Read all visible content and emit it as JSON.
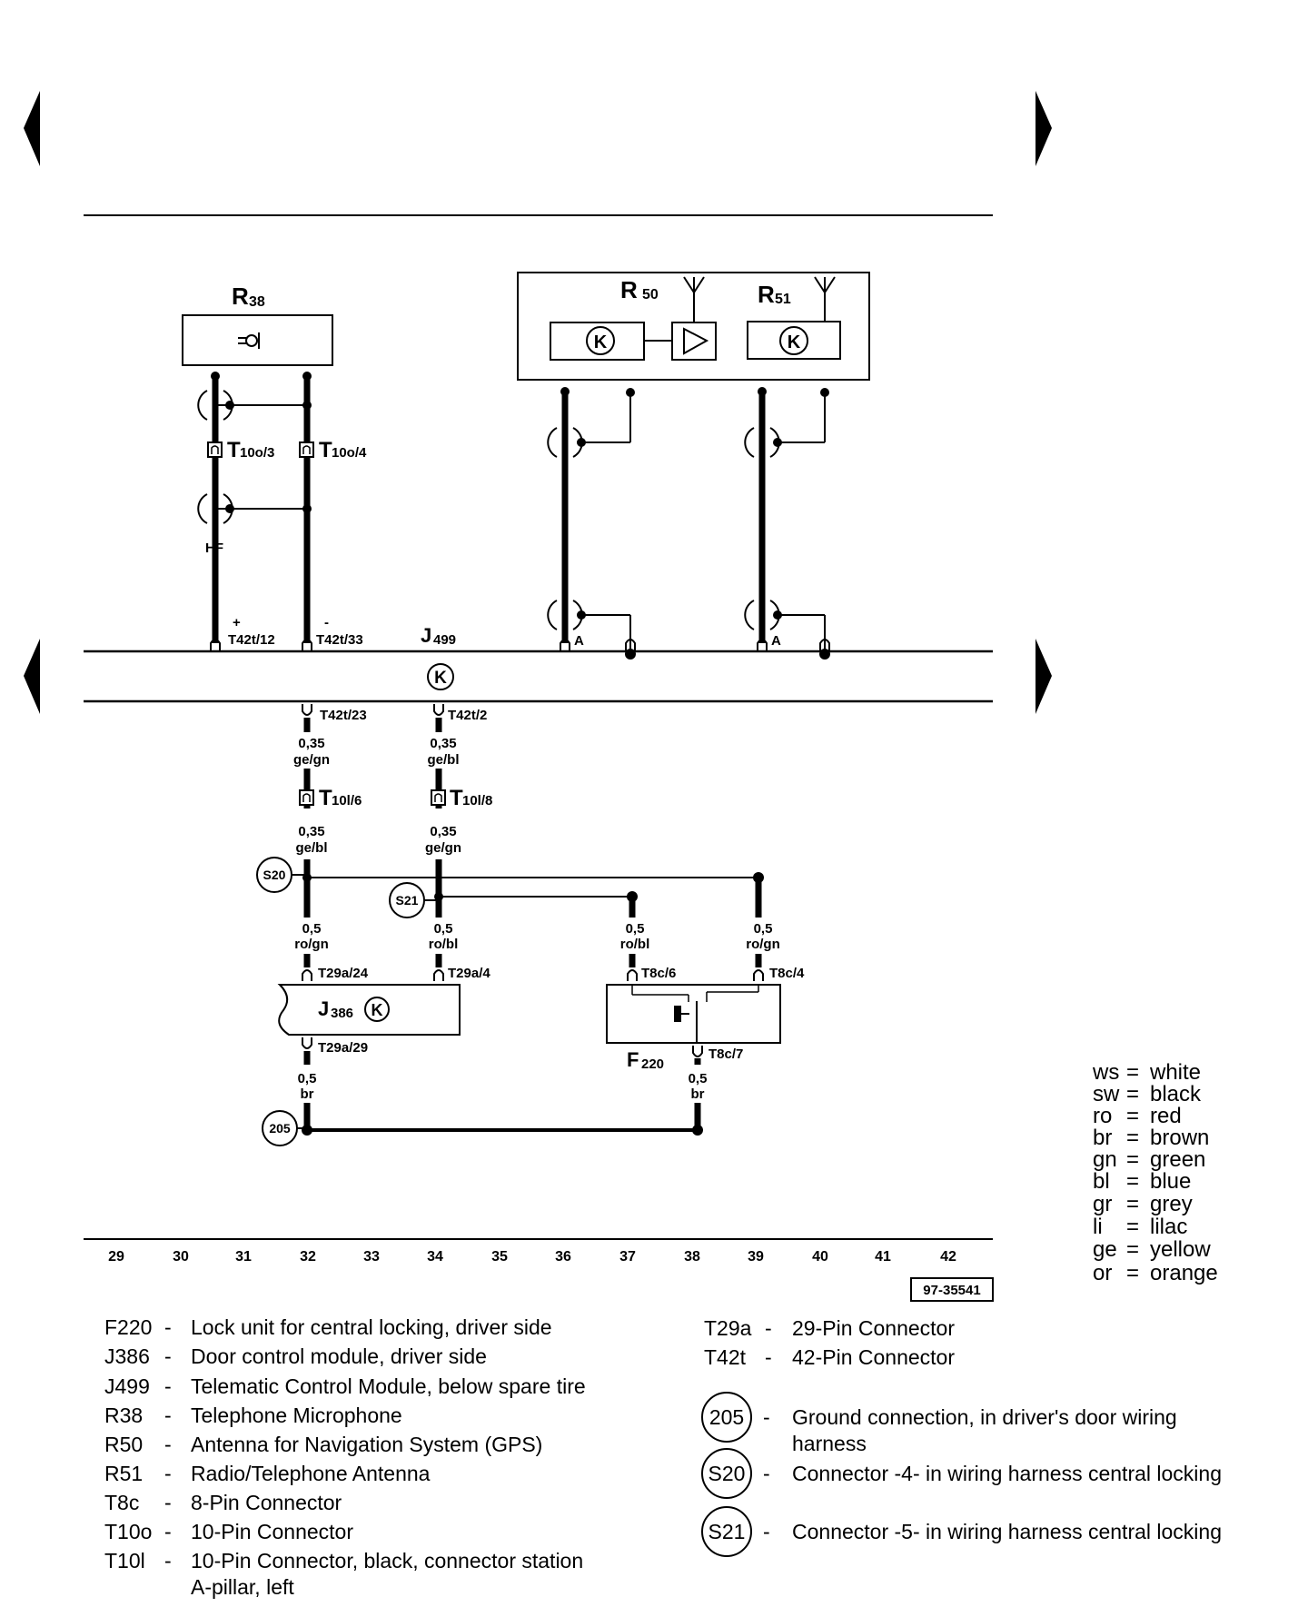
{
  "components": {
    "R38": {
      "letter": "R",
      "sub": "38"
    },
    "R50": {
      "letter": "R",
      "sub": "50"
    },
    "R51": {
      "letter": "R",
      "sub": "51"
    },
    "J499": {
      "letter": "J",
      "sub": "499"
    },
    "J386": {
      "letter": "J",
      "sub": "386"
    },
    "F220": {
      "letter": "F",
      "sub": "220"
    }
  },
  "connectors": {
    "T10o3": {
      "T": "T",
      "sub": "10o/3"
    },
    "T10o4": {
      "T": "T",
      "sub": "10o/4"
    },
    "T10l6": {
      "T": "T",
      "sub": "10l/6"
    },
    "T10l8": {
      "T": "T",
      "sub": "10l/8"
    }
  },
  "pins": {
    "t42t12": "T42t/12",
    "t42t33": "T42t/33",
    "t42t23": "T42t/23",
    "t42t2": "T42t/2",
    "t29a24": "T29a/24",
    "t29a4": "T29a/4",
    "t29a29": "T29a/29",
    "t8c6": "T8c/6",
    "t8c4": "T8c/4",
    "t8c7": "T8c/7",
    "plus": "+",
    "minus": "-",
    "hf": "HF",
    "a1": "A",
    "a2": "A"
  },
  "wires": {
    "w1_size": "0,35",
    "w1_color": "ge/gn",
    "w2_size": "0,35",
    "w2_color": "ge/bl",
    "w3_size": "0,35",
    "w3_color": "ge/bl",
    "w4_size": "0,35",
    "w4_color": "ge/gn",
    "w5_size": "0,5",
    "w5_color": "ro/gn",
    "w6_size": "0,5",
    "w6_color": "ro/bl",
    "w7_size": "0,5",
    "w7_color": "ro/bl",
    "w8_size": "0,5",
    "w8_color": "ro/gn",
    "w9_size": "0,5",
    "w9_color": "br",
    "w10_size": "0,5",
    "w10_color": "br"
  },
  "grounds": {
    "g205": "205",
    "s20": "S20",
    "s21": "S21"
  },
  "grid_numbers": [
    "29",
    "30",
    "31",
    "32",
    "33",
    "34",
    "35",
    "36",
    "37",
    "38",
    "39",
    "40",
    "41",
    "42"
  ],
  "figure_id": "97-35541",
  "color_key": [
    {
      "code": "ws",
      "name": "white"
    },
    {
      "code": "sw",
      "name": "black"
    },
    {
      "code": "ro",
      "name": "red"
    },
    {
      "code": "br",
      "name": "brown"
    },
    {
      "code": "gn",
      "name": "green"
    },
    {
      "code": "bl",
      "name": "blue"
    },
    {
      "code": "gr",
      "name": "grey"
    },
    {
      "code": "li",
      "name": "lilac"
    },
    {
      "code": "ge",
      "name": "yellow"
    },
    {
      "code": "or",
      "name": "orange"
    }
  ],
  "legend_left": [
    {
      "code": "F220",
      "desc": "Lock unit for central locking, driver side"
    },
    {
      "code": "J386",
      "desc": "Door control module, driver side"
    },
    {
      "code": "J499",
      "desc": "Telematic Control Module, below spare tire"
    },
    {
      "code": "R38",
      "desc": "Telephone Microphone"
    },
    {
      "code": "R50",
      "desc": "Antenna for Navigation System (GPS)"
    },
    {
      "code": "R51",
      "desc": "Radio/Telephone Antenna"
    },
    {
      "code": "T8c",
      "desc": "8-Pin Connector"
    },
    {
      "code": "T10o",
      "desc": "10-Pin Connector"
    },
    {
      "code": "T10l",
      "desc": "10-Pin Connector, black, connector station",
      "desc2": "A-pillar, left"
    }
  ],
  "legend_right": [
    {
      "code": "T29a",
      "desc": "29-Pin Connector"
    },
    {
      "code": "T42t",
      "desc": "42-Pin Connector"
    }
  ],
  "legend_circles": [
    {
      "code": "205",
      "desc": "Ground connection, in driver's door wiring",
      "desc2": "harness"
    },
    {
      "code": "S20",
      "desc": "Connector -4- in wiring harness central locking"
    },
    {
      "code": "S21",
      "desc": "Connector -5- in wiring harness central locking"
    }
  ]
}
